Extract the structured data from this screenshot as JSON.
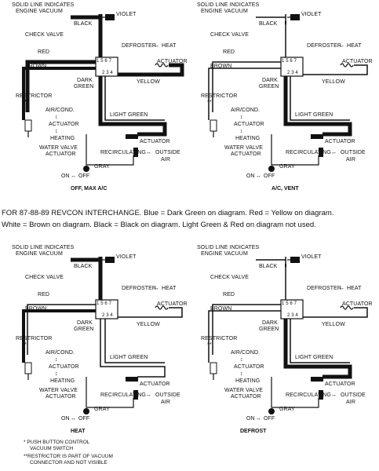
{
  "note": {
    "line1": "FOR 87-88-89 REVCON INTERCHANGE. Blue = Dark Green on diagram. Red = Yellow on diagram.",
    "line2": "White = Brown on diagram. Black = Black on diagram. Light Green & Red on diagram not used."
  },
  "labels": {
    "solid_line": "SOLID LINE INDICATES",
    "engine_vacuum": "ENGINE VACUUM",
    "violet": "VIOLET",
    "black": "BLACK",
    "check_valve": "CHECK VALVE",
    "defroster": "DEFROSTER",
    "heat": "HEAT",
    "red": "RED",
    "brown": "BROWN",
    "actuator": "ACTUATOR",
    "dark": "DARK",
    "green": "GREEN",
    "yellow": "YELLOW",
    "restrictor": "RESTRICTOR",
    "stars": "**",
    "aircond": "AIR/COND.",
    "heating": "HEATING",
    "light_green": "LIGHT GREEN",
    "water_valve": "WATER VALVE",
    "recirculating": "RECIRCULATING",
    "outside": "OUTSIDE",
    "air": "AIR",
    "gray": "GRAY",
    "on": "ON",
    "off": "OFF",
    "arrow_lr": "↔",
    "arrow_ud": "↕",
    "ports": "1 5 6 7",
    "ports2": "2 3 4"
  },
  "panels": [
    {
      "caption": "OFF, MAX A/C"
    },
    {
      "caption": "A/C, VENT"
    },
    {
      "caption": "HEAT"
    },
    {
      "caption": "DEFROST"
    }
  ],
  "footnotes": {
    "f1a": "* PUSH BUTTON CONTROL",
    "f1b": "VACUUM SWITCH",
    "f2a": "**RESTRICTOR IS PART OF VACUUM",
    "f2b": "CONNECTOR AND NOT VISIBLE"
  }
}
